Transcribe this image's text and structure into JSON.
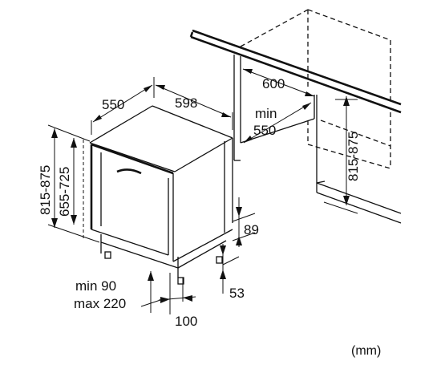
{
  "dimensions": {
    "width_598": "598",
    "depth_550": "550",
    "niche_width": "600",
    "niche_depth_min_label": "min",
    "niche_depth_min_value": "550",
    "height_815_875_left": "815-875",
    "height_655_725": "655-725",
    "height_815_875_niche": "815-875",
    "plinth_89": "89",
    "plinth_53": "53",
    "plinth_min": "min 90",
    "plinth_max": "max 220",
    "plinth_100": "100"
  },
  "unit_label": "(mm)"
}
